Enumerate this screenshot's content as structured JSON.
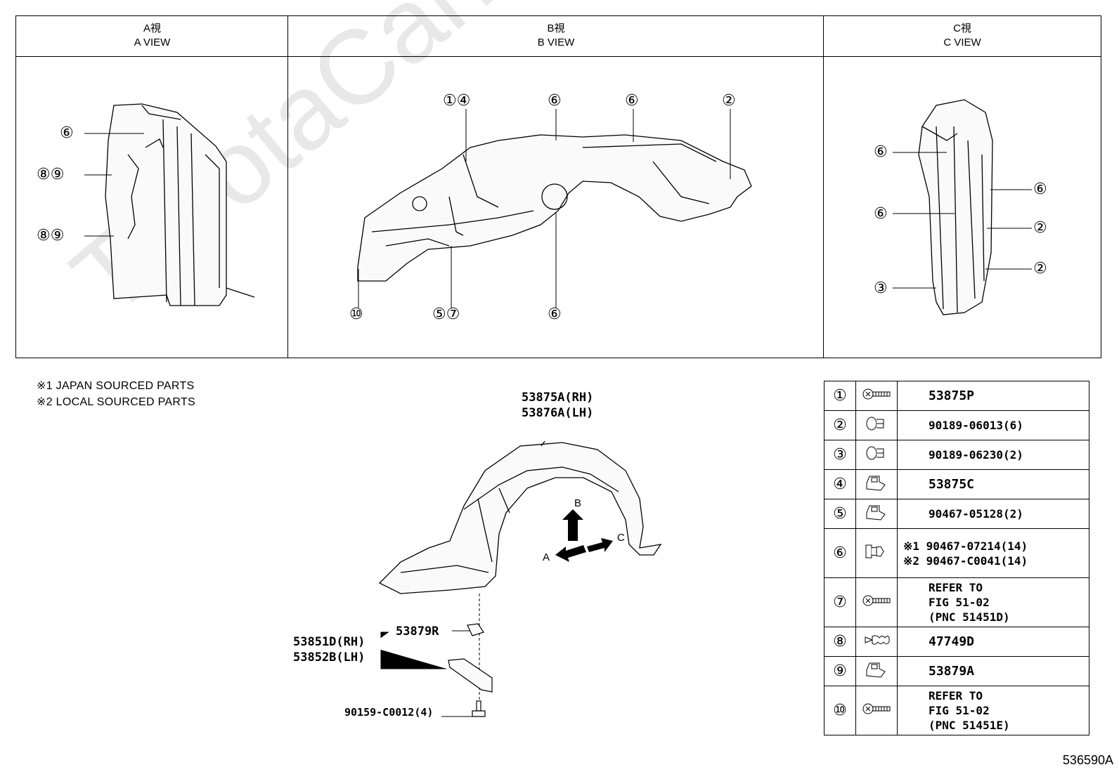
{
  "views": [
    {
      "jp": "A視",
      "en": "A VIEW"
    },
    {
      "jp": "B視",
      "en": "B VIEW"
    },
    {
      "jp": "C視",
      "en": "C VIEW"
    }
  ],
  "callouts": {
    "a_6": "⑥",
    "a_89_top": "⑧⑨",
    "a_89_bot": "⑧⑨",
    "b_14": "①④",
    "b_6a": "⑥",
    "b_6b": "⑥",
    "b_2": "②",
    "b_10": "⑩",
    "b_57": "⑤⑦",
    "b_6c": "⑥",
    "c_6a": "⑥",
    "c_6b": "⑥",
    "c_6r": "⑥",
    "c_2a": "②",
    "c_2b": "②",
    "c_3": "③"
  },
  "notes": {
    "n1": "※1 JAPAN SOURCED PARTS",
    "n2": "※2 LOCAL SOURCED PARTS"
  },
  "part_numbers": {
    "liner_rh": "53875A(RH)",
    "liner_lh": "53876A(LH)",
    "bracket_rh": "53851D(RH)",
    "bracket_lh": "53852B(LH)",
    "nut": "53879R",
    "bolt": "90159-C0012(4)"
  },
  "arrows": {
    "a": "A",
    "b": "B",
    "c": "C"
  },
  "watermark": "ToyotaCarMine.ru",
  "figure_id": "536590A",
  "fastener_table": [
    {
      "num": "①",
      "icon": "screw-icon",
      "lines": [
        "53875P"
      ]
    },
    {
      "num": "②",
      "icon": "clip-icon",
      "lines": [
        "90189-06013(6)"
      ]
    },
    {
      "num": "③",
      "icon": "clip-icon",
      "lines": [
        "90189-06230(2)"
      ]
    },
    {
      "num": "④",
      "icon": "nut-icon",
      "lines": [
        "53875C"
      ]
    },
    {
      "num": "⑤",
      "icon": "nut-icon",
      "lines": [
        "90467-05128(2)"
      ]
    },
    {
      "num": "⑥",
      "icon": "push-clip-icon",
      "lines": [
        "※1 90467-07214(14)",
        "※2 90467-C0041(14)"
      ]
    },
    {
      "num": "⑦",
      "icon": "screw-icon",
      "lines": [
        "REFER TO",
        "FIG 51-02",
        "(PNC 51451D)"
      ]
    },
    {
      "num": "⑧",
      "icon": "spring-clip-icon",
      "lines": [
        "47749D"
      ]
    },
    {
      "num": "⑨",
      "icon": "nut-icon",
      "lines": [
        "53879A"
      ]
    },
    {
      "num": "⑩",
      "icon": "screw-icon",
      "lines": [
        "REFER TO",
        "FIG 51-02",
        "(PNC 51451E)"
      ]
    }
  ]
}
